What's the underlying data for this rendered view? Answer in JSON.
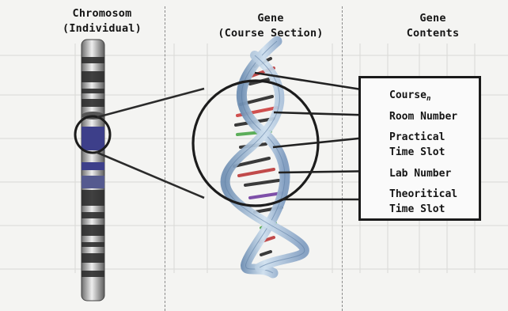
{
  "headings": {
    "chromosome": "Chromosom\n(Individual)",
    "gene": "Gene\n(Course Section)",
    "contents": "Gene\nContents"
  },
  "gene_contents": {
    "course": "Course",
    "course_sub": "n",
    "room": "Room Number",
    "practical": "Practical\nTime Slot",
    "lab": "Lab Number",
    "theoretical": "Theoritical\nTime Slot"
  },
  "colors": {
    "chromosome_band_dark": "#3a3a3a",
    "chromosome_band_highlight": "#3d3f8a",
    "dna_backbone": "#9fb8d4",
    "box_border": "#1a1a1a"
  }
}
